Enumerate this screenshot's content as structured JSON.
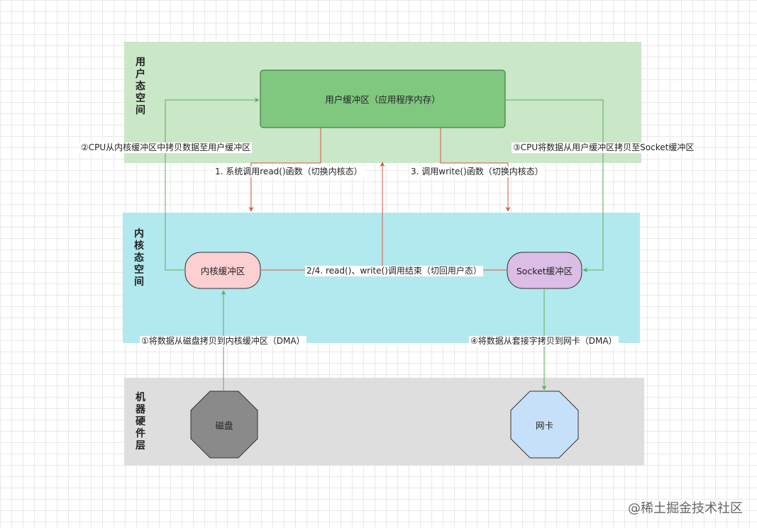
{
  "colors": {
    "user_band": "#cae7c8",
    "kernel_band": "#b1e9ee",
    "hw_band": "#dedede",
    "user_buffer": "#80c780",
    "kernel_buffer": "#fccfd3",
    "socket_buffer": "#dbbde5",
    "disk": "#8a8a8a",
    "nic": "#c7e0fa",
    "green_arrow": "#5aae5a",
    "red_arrow": "#d9553f"
  },
  "layers": {
    "user": "用户态空间",
    "kernel": "内核态空间",
    "hardware": "机器硬件层"
  },
  "nodes": {
    "user_buffer": "用户缓冲区（应用程序内存）",
    "kernel_buffer": "内核缓冲区",
    "socket_buffer": "Socket缓冲区",
    "disk": "磁盘",
    "nic": "网卡"
  },
  "edges": {
    "cpu_kernel_to_user": "②CPU从内核缓冲区中拷贝数据至用户缓冲区",
    "cpu_user_to_socket": "③CPU将数据从用户缓冲区拷贝至Socket缓冲区",
    "read_call": "1. 系统调用read()函数（切换内核态）",
    "write_call": "3. 调用write()函数（切换内核态）",
    "return_call": "2/4. read()、write()调用结束（切回用户态）",
    "dma_disk": "①将数据从磁盘拷贝到内核缓冲区（DMA）",
    "dma_nic": "④将数据从套接字拷贝到网卡（DMA）"
  },
  "watermark": "@稀土掘金技术社区"
}
